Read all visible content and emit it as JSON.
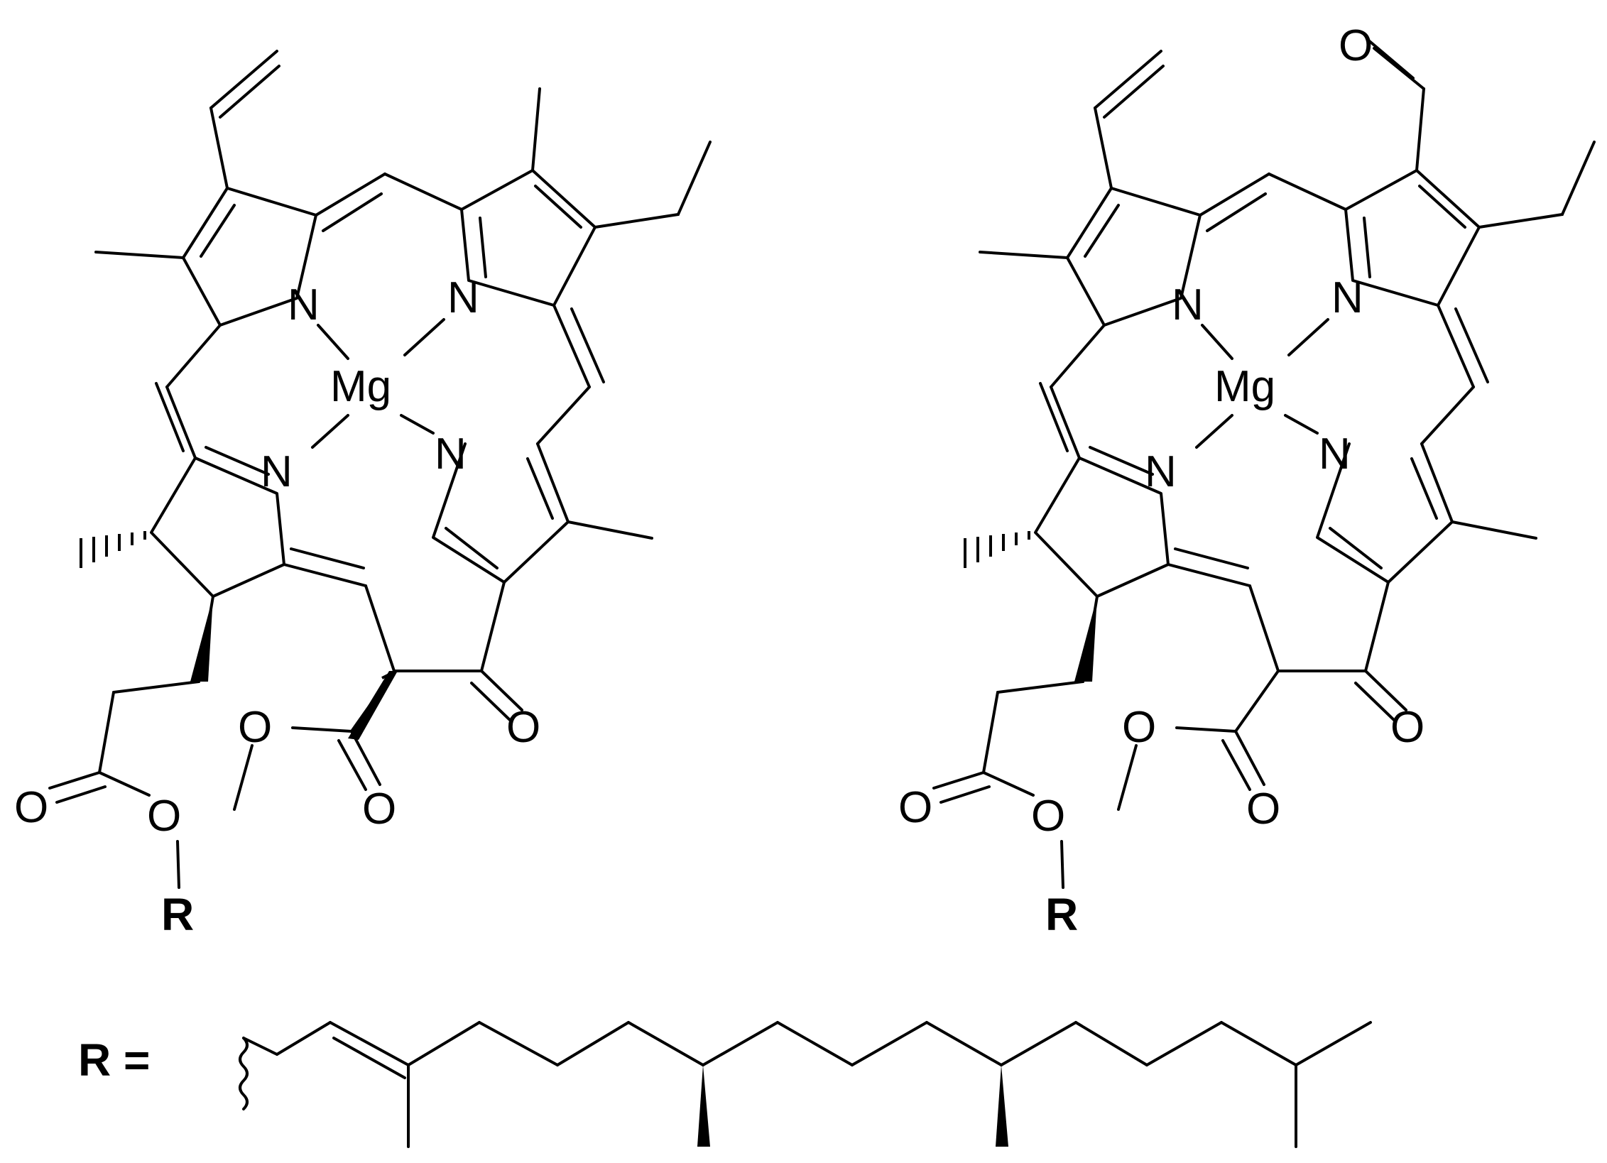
{
  "molecules": [
    {
      "id": "chlorophyll-a",
      "labels": {
        "n1": "N",
        "n2": "N",
        "n3": "N",
        "n4": "N",
        "metal": "Mg",
        "keto_o": "O",
        "ester_o1": "O",
        "ester_o2": "O",
        "acid_o1": "O",
        "acid_o2": "O",
        "r": "R"
      }
    },
    {
      "id": "chlorophyll-b",
      "labels": {
        "n1": "N",
        "n2": "N",
        "n3": "N",
        "n4": "N",
        "metal": "Mg",
        "formyl_o": "O",
        "keto_o": "O",
        "ester_o1": "O",
        "ester_o2": "O",
        "acid_o1": "O",
        "acid_o2": "O",
        "r": "R"
      }
    }
  ],
  "r_group": {
    "label": "R ="
  }
}
